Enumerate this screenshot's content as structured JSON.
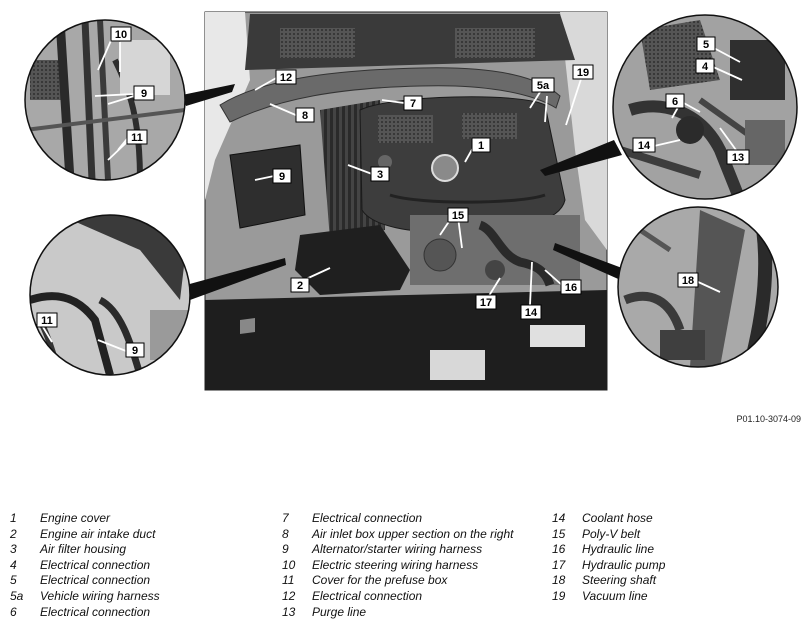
{
  "figure": {
    "reference_code": "P01.10-3074-09",
    "callouts": [
      "1",
      "2",
      "3",
      "4",
      "5",
      "5a",
      "6",
      "7",
      "8",
      "9",
      "10",
      "11",
      "12",
      "13",
      "14",
      "15",
      "16",
      "17",
      "18",
      "19"
    ]
  },
  "legend": {
    "columns": [
      [
        {
          "num": "1",
          "text": "Engine cover"
        },
        {
          "num": "2",
          "text": "Engine air intake duct"
        },
        {
          "num": "3",
          "text": "Air filter housing"
        },
        {
          "num": "4",
          "text": "Electrical connection"
        },
        {
          "num": "5",
          "text": "Electrical connection"
        },
        {
          "num": "5a",
          "text": "Vehicle wiring harness"
        },
        {
          "num": "6",
          "text": "Electrical connection"
        }
      ],
      [
        {
          "num": "7",
          "text": "Electrical connection"
        },
        {
          "num": "8",
          "text": "Air inlet box upper section on the right"
        },
        {
          "num": "9",
          "text": "Alternator/starter wiring harness"
        },
        {
          "num": "10",
          "text": "Electric steering wiring harness"
        },
        {
          "num": "11",
          "text": "Cover for the prefuse box"
        },
        {
          "num": "12",
          "text": "Electrical connection"
        },
        {
          "num": "13",
          "text": "Purge line"
        }
      ],
      [
        {
          "num": "14",
          "text": "Coolant hose"
        },
        {
          "num": "15",
          "text": "Poly-V belt"
        },
        {
          "num": "16",
          "text": "Hydraulic line"
        },
        {
          "num": "17",
          "text": "Hydraulic pump"
        },
        {
          "num": "18",
          "text": "Steering shaft"
        },
        {
          "num": "19",
          "text": "Vacuum line"
        }
      ]
    ]
  }
}
